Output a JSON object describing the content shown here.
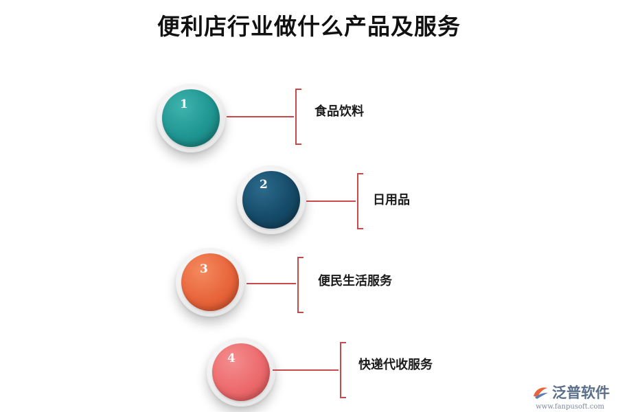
{
  "title": "便利店行业做什么产品及服务",
  "items": [
    {
      "number": "1",
      "label": "食品饮料",
      "color": "#1f9591"
    },
    {
      "number": "2",
      "label": "日用品",
      "color": "#154a67"
    },
    {
      "number": "3",
      "label": "便民生活服务",
      "color": "#e8643a"
    },
    {
      "number": "4",
      "label": "快递代收服务",
      "color": "#ec6a6c"
    }
  ],
  "accent_color": "#c9494a",
  "watermark": {
    "brand": "泛普软件",
    "url": "www.fanpusoft.com",
    "icon": "fanpu-logo-icon"
  }
}
